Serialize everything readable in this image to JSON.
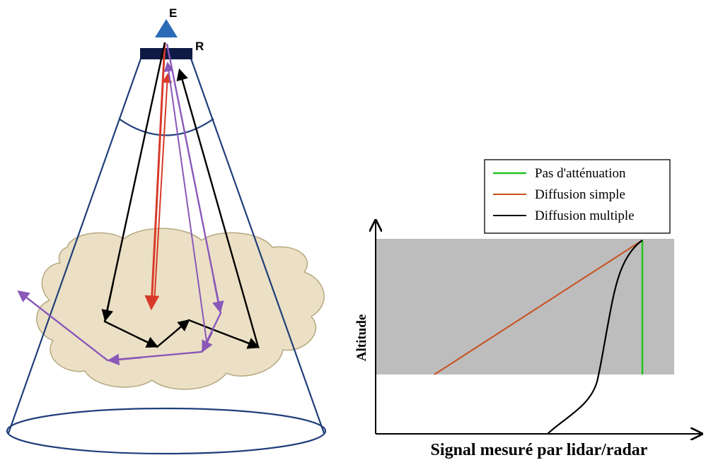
{
  "diagram": {
    "emitter_label": "E",
    "receiver_label": "R"
  },
  "legend": {
    "items": [
      {
        "label": "Pas d'atténuation",
        "color": "#22c422"
      },
      {
        "label": "Diffusion simple",
        "color": "#c8501e"
      },
      {
        "label": "Diffusion multiple",
        "color": "#000000"
      }
    ]
  },
  "axes": {
    "x_label": "Signal mesuré par lidar/radar",
    "y_label": "Altitude"
  },
  "colors": {
    "cone": "#1f3e7a",
    "cloud_fill": "#ebe0c5",
    "cloud_stroke": "#b6a880",
    "receiver": "#0e1a44",
    "emitter": "#2b6cb8",
    "single_scatter": "#d83a2a",
    "multi_scatter": "#000000",
    "escaped_scatter": "#8a58b8",
    "cloud_layer": "#bdbdbd"
  }
}
